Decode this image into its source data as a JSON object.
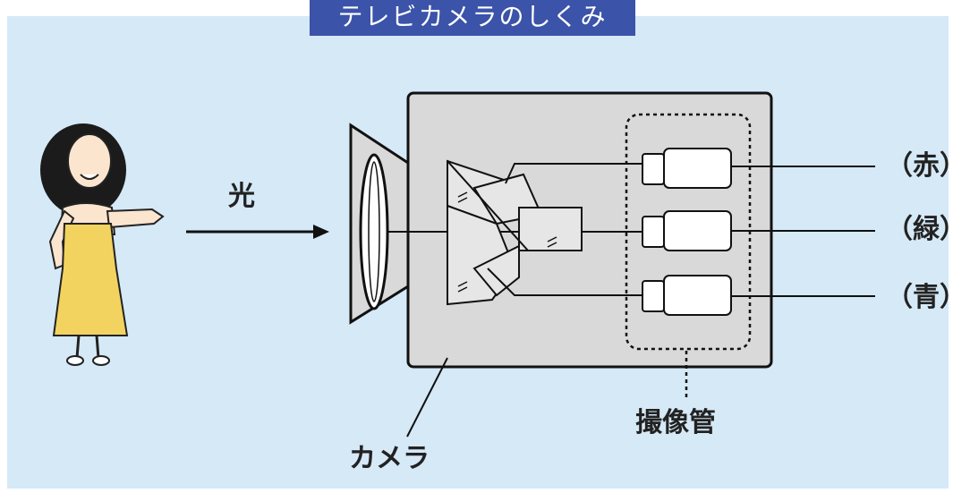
{
  "title": "テレビカメラのしくみ",
  "labels": {
    "light": "光",
    "camera": "カメラ",
    "pickup_tube": "撮像管"
  },
  "outputs": [
    "（赤）",
    "（緑）",
    "（青）"
  ],
  "colors": {
    "background_panel": "#d5e9f7",
    "title_bar": "#3b53a8",
    "camera_body": "#d9d9d9",
    "dress": "#f2d35f"
  }
}
